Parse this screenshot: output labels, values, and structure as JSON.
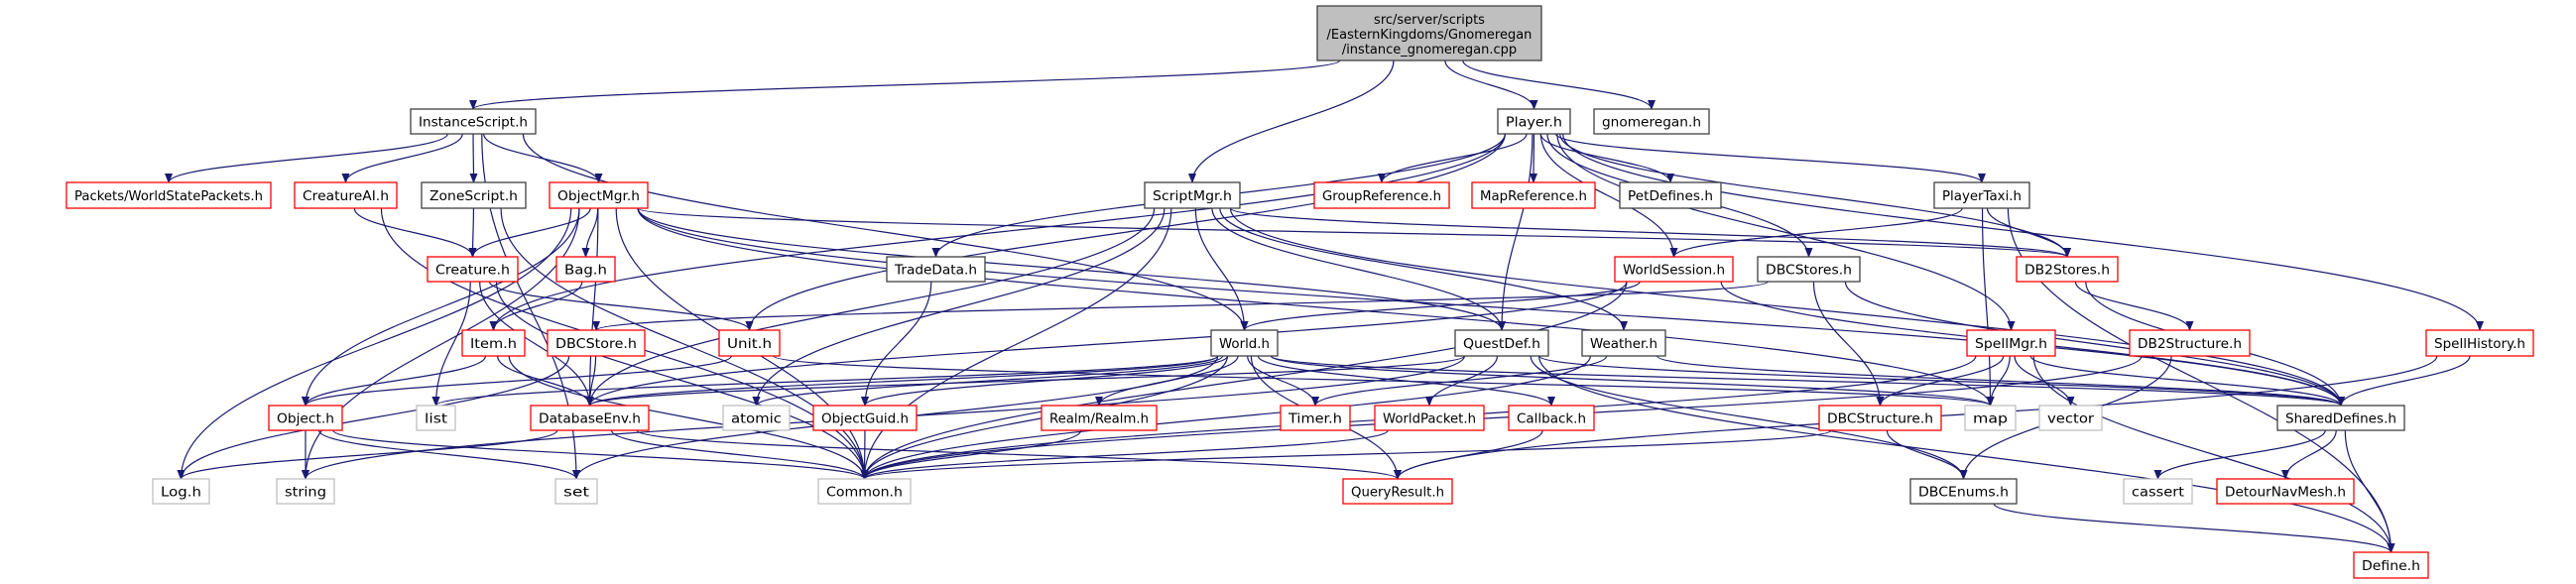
{
  "colors": {
    "edge": "#191970",
    "root_fill": "#bfbfbf",
    "root_border": "#404040",
    "normal_border": "#404040",
    "truncated_border": "#ff0000",
    "system_border": "#bfbfbf"
  },
  "nodes": [
    {
      "id": "root",
      "kind": "root",
      "label": "src/server/scripts/EasternKingdoms/Gnomeregan/instance_gnomeregan.cpp",
      "lines": [
        "src/server/scripts",
        "/EasternKingdoms/Gnomeregan",
        "/instance_gnomeregan.cpp"
      ]
    },
    {
      "id": "InstanceScript",
      "kind": "normal",
      "label": "InstanceScript.h"
    },
    {
      "id": "Player",
      "kind": "normal",
      "label": "Player.h"
    },
    {
      "id": "gnomeregan",
      "kind": "normal",
      "label": "gnomeregan.h"
    },
    {
      "id": "Packets",
      "kind": "truncated",
      "label": "Packets/WorldStatePackets.h"
    },
    {
      "id": "CreatureAI",
      "kind": "truncated",
      "label": "CreatureAI.h"
    },
    {
      "id": "ZoneScript",
      "kind": "normal",
      "label": "ZoneScript.h"
    },
    {
      "id": "ObjectMgr",
      "kind": "truncated",
      "label": "ObjectMgr.h"
    },
    {
      "id": "ScriptMgr",
      "kind": "normal",
      "label": "ScriptMgr.h"
    },
    {
      "id": "GroupReference",
      "kind": "truncated",
      "label": "GroupReference.h"
    },
    {
      "id": "MapReference",
      "kind": "truncated",
      "label": "MapReference.h"
    },
    {
      "id": "PetDefines",
      "kind": "normal",
      "label": "PetDefines.h"
    },
    {
      "id": "PlayerTaxi",
      "kind": "normal",
      "label": "PlayerTaxi.h"
    },
    {
      "id": "Creature",
      "kind": "truncated",
      "label": "Creature.h"
    },
    {
      "id": "Bag",
      "kind": "truncated",
      "label": "Bag.h"
    },
    {
      "id": "TradeData",
      "kind": "normal",
      "label": "TradeData.h"
    },
    {
      "id": "WorldSession",
      "kind": "truncated",
      "label": "WorldSession.h"
    },
    {
      "id": "DBCStores",
      "kind": "normal",
      "label": "DBCStores.h"
    },
    {
      "id": "DB2Stores",
      "kind": "truncated",
      "label": "DB2Stores.h"
    },
    {
      "id": "Item",
      "kind": "truncated",
      "label": "Item.h"
    },
    {
      "id": "DBCStore",
      "kind": "truncated",
      "label": "DBCStore.h"
    },
    {
      "id": "Unit",
      "kind": "truncated",
      "label": "Unit.h"
    },
    {
      "id": "World",
      "kind": "normal",
      "label": "World.h"
    },
    {
      "id": "QuestDef",
      "kind": "normal",
      "label": "QuestDef.h"
    },
    {
      "id": "Weather",
      "kind": "normal",
      "label": "Weather.h"
    },
    {
      "id": "SpellMgr",
      "kind": "truncated",
      "label": "SpellMgr.h"
    },
    {
      "id": "DB2Structure",
      "kind": "truncated",
      "label": "DB2Structure.h"
    },
    {
      "id": "SpellHistory",
      "kind": "truncated",
      "label": "SpellHistory.h"
    },
    {
      "id": "Object",
      "kind": "truncated",
      "label": "Object.h"
    },
    {
      "id": "list",
      "kind": "system",
      "label": "list"
    },
    {
      "id": "DatabaseEnv",
      "kind": "truncated",
      "label": "DatabaseEnv.h"
    },
    {
      "id": "atomic",
      "kind": "system",
      "label": "atomic"
    },
    {
      "id": "ObjectGuid",
      "kind": "truncated",
      "label": "ObjectGuid.h"
    },
    {
      "id": "Realm",
      "kind": "truncated",
      "label": "Realm/Realm.h"
    },
    {
      "id": "Timer",
      "kind": "truncated",
      "label": "Timer.h"
    },
    {
      "id": "WorldPacket",
      "kind": "truncated",
      "label": "WorldPacket.h"
    },
    {
      "id": "Callback",
      "kind": "truncated",
      "label": "Callback.h"
    },
    {
      "id": "DBCStructure",
      "kind": "truncated",
      "label": "DBCStructure.h"
    },
    {
      "id": "map",
      "kind": "system",
      "label": "map"
    },
    {
      "id": "vector",
      "kind": "system",
      "label": "vector"
    },
    {
      "id": "SharedDefines",
      "kind": "normal",
      "label": "SharedDefines.h"
    },
    {
      "id": "Log",
      "kind": "system",
      "label": "Log.h"
    },
    {
      "id": "string",
      "kind": "system",
      "label": "string"
    },
    {
      "id": "set",
      "kind": "system",
      "label": "set"
    },
    {
      "id": "Common",
      "kind": "system",
      "label": "Common.h"
    },
    {
      "id": "QueryResult",
      "kind": "truncated",
      "label": "QueryResult.h"
    },
    {
      "id": "DBCEnums",
      "kind": "normal",
      "label": "DBCEnums.h"
    },
    {
      "id": "cassert",
      "kind": "system",
      "label": "cassert"
    },
    {
      "id": "DetourNavMesh",
      "kind": "truncated",
      "label": "DetourNavMesh.h"
    },
    {
      "id": "Define",
      "kind": "truncated",
      "label": "Define.h"
    }
  ],
  "edges": [
    [
      "root",
      "InstanceScript"
    ],
    [
      "root",
      "ScriptMgr"
    ],
    [
      "root",
      "Player"
    ],
    [
      "root",
      "gnomeregan"
    ],
    [
      "InstanceScript",
      "Packets"
    ],
    [
      "InstanceScript",
      "CreatureAI"
    ],
    [
      "InstanceScript",
      "ZoneScript"
    ],
    [
      "InstanceScript",
      "ObjectMgr"
    ],
    [
      "InstanceScript",
      "World"
    ],
    [
      "InstanceScript",
      "set"
    ],
    [
      "CreatureAI",
      "Creature"
    ],
    [
      "CreatureAI",
      "Common"
    ],
    [
      "ZoneScript",
      "Creature"
    ],
    [
      "ZoneScript",
      "Common"
    ],
    [
      "ObjectMgr",
      "Creature"
    ],
    [
      "ObjectMgr",
      "Bag"
    ],
    [
      "ObjectMgr",
      "Object"
    ],
    [
      "ObjectMgr",
      "Log"
    ],
    [
      "ObjectMgr",
      "string"
    ],
    [
      "ObjectMgr",
      "DatabaseEnv"
    ],
    [
      "ObjectMgr",
      "QuestDef"
    ],
    [
      "ObjectMgr",
      "DB2Stores"
    ],
    [
      "ObjectMgr",
      "map"
    ],
    [
      "ObjectMgr",
      "Common"
    ],
    [
      "ObjectMgr",
      "SharedDefines"
    ],
    [
      "ScriptMgr",
      "World"
    ],
    [
      "ScriptMgr",
      "QuestDef"
    ],
    [
      "ScriptMgr",
      "Weather"
    ],
    [
      "ScriptMgr",
      "DatabaseEnv"
    ],
    [
      "ScriptMgr",
      "atomic"
    ],
    [
      "ScriptMgr",
      "Common"
    ],
    [
      "ScriptMgr",
      "SharedDefines"
    ],
    [
      "ScriptMgr",
      "DB2Stores"
    ],
    [
      "Player",
      "GroupReference"
    ],
    [
      "Player",
      "MapReference"
    ],
    [
      "Player",
      "PetDefines"
    ],
    [
      "Player",
      "PlayerTaxi"
    ],
    [
      "Player",
      "DBCStores"
    ],
    [
      "Player",
      "DB2Stores"
    ],
    [
      "Player",
      "WorldSession"
    ],
    [
      "Player",
      "QuestDef"
    ],
    [
      "Player",
      "TradeData"
    ],
    [
      "Player",
      "Unit"
    ],
    [
      "Player",
      "Item"
    ],
    [
      "Player",
      "SpellMgr"
    ],
    [
      "Player",
      "SpellHistory"
    ],
    [
      "PlayerTaxi",
      "DB2Stores"
    ],
    [
      "PlayerTaxi",
      "WorldSession"
    ],
    [
      "PlayerTaxi",
      "map"
    ],
    [
      "PlayerTaxi",
      "Define"
    ],
    [
      "Creature",
      "Unit"
    ],
    [
      "Creature",
      "DatabaseEnv"
    ],
    [
      "Creature",
      "list"
    ],
    [
      "Creature",
      "Common"
    ],
    [
      "Bag",
      "Item"
    ],
    [
      "TradeData",
      "ObjectGuid"
    ],
    [
      "WorldSession",
      "World"
    ],
    [
      "WorldSession",
      "DatabaseEnv"
    ],
    [
      "WorldSession",
      "Common"
    ],
    [
      "WorldSession",
      "SharedDefines"
    ],
    [
      "DBCStores",
      "DBCStore"
    ],
    [
      "DBCStores",
      "DBCStructure"
    ],
    [
      "DBCStores",
      "SharedDefines"
    ],
    [
      "DB2Stores",
      "DB2Structure"
    ],
    [
      "DB2Stores",
      "SharedDefines"
    ],
    [
      "Item",
      "Object"
    ],
    [
      "Item",
      "DatabaseEnv"
    ],
    [
      "Item",
      "Common"
    ],
    [
      "DBCStore",
      "DatabaseEnv"
    ],
    [
      "DBCStore",
      "Log"
    ],
    [
      "Unit",
      "Object"
    ],
    [
      "Unit",
      "map"
    ],
    [
      "World",
      "ObjectGuid"
    ],
    [
      "World",
      "Realm"
    ],
    [
      "World",
      "Timer"
    ],
    [
      "World",
      "Callback"
    ],
    [
      "World",
      "QueryResult"
    ],
    [
      "World",
      "Common"
    ],
    [
      "World",
      "SharedDefines"
    ],
    [
      "World",
      "atomic"
    ],
    [
      "World",
      "list"
    ],
    [
      "World",
      "map"
    ],
    [
      "World",
      "set"
    ],
    [
      "World",
      "DatabaseEnv"
    ],
    [
      "QuestDef",
      "WorldPacket"
    ],
    [
      "QuestDef",
      "DBCEnums"
    ],
    [
      "QuestDef",
      "Define"
    ],
    [
      "QuestDef",
      "SharedDefines"
    ],
    [
      "QuestDef",
      "DatabaseEnv"
    ],
    [
      "QuestDef",
      "string"
    ],
    [
      "Weather",
      "Timer"
    ],
    [
      "Weather",
      "SharedDefines"
    ],
    [
      "Weather",
      "Common"
    ],
    [
      "SpellMgr",
      "DBCStructure"
    ],
    [
      "SpellMgr",
      "map"
    ],
    [
      "SpellMgr",
      "vector"
    ],
    [
      "SpellMgr",
      "SharedDefines"
    ],
    [
      "SpellMgr",
      "Define"
    ],
    [
      "SpellMgr",
      "Common"
    ],
    [
      "DB2Structure",
      "DBCEnums"
    ],
    [
      "DB2Structure",
      "Common"
    ],
    [
      "SpellHistory",
      "SharedDefines"
    ],
    [
      "SpellHistory",
      "QueryResult"
    ],
    [
      "Object",
      "string"
    ],
    [
      "Object",
      "set"
    ],
    [
      "Object",
      "Common"
    ],
    [
      "DatabaseEnv",
      "Common"
    ],
    [
      "DatabaseEnv",
      "Log"
    ],
    [
      "DatabaseEnv",
      "QueryResult"
    ],
    [
      "ObjectGuid",
      "Common"
    ],
    [
      "Realm",
      "Common"
    ],
    [
      "WorldPacket",
      "Common"
    ],
    [
      "Callback",
      "QueryResult"
    ],
    [
      "DBCStructure",
      "DBCEnums"
    ],
    [
      "DBCStructure",
      "Common"
    ],
    [
      "SharedDefines",
      "cassert"
    ],
    [
      "SharedDefines",
      "DetourNavMesh"
    ],
    [
      "SharedDefines",
      "Define"
    ],
    [
      "DBCEnums",
      "Define"
    ]
  ]
}
